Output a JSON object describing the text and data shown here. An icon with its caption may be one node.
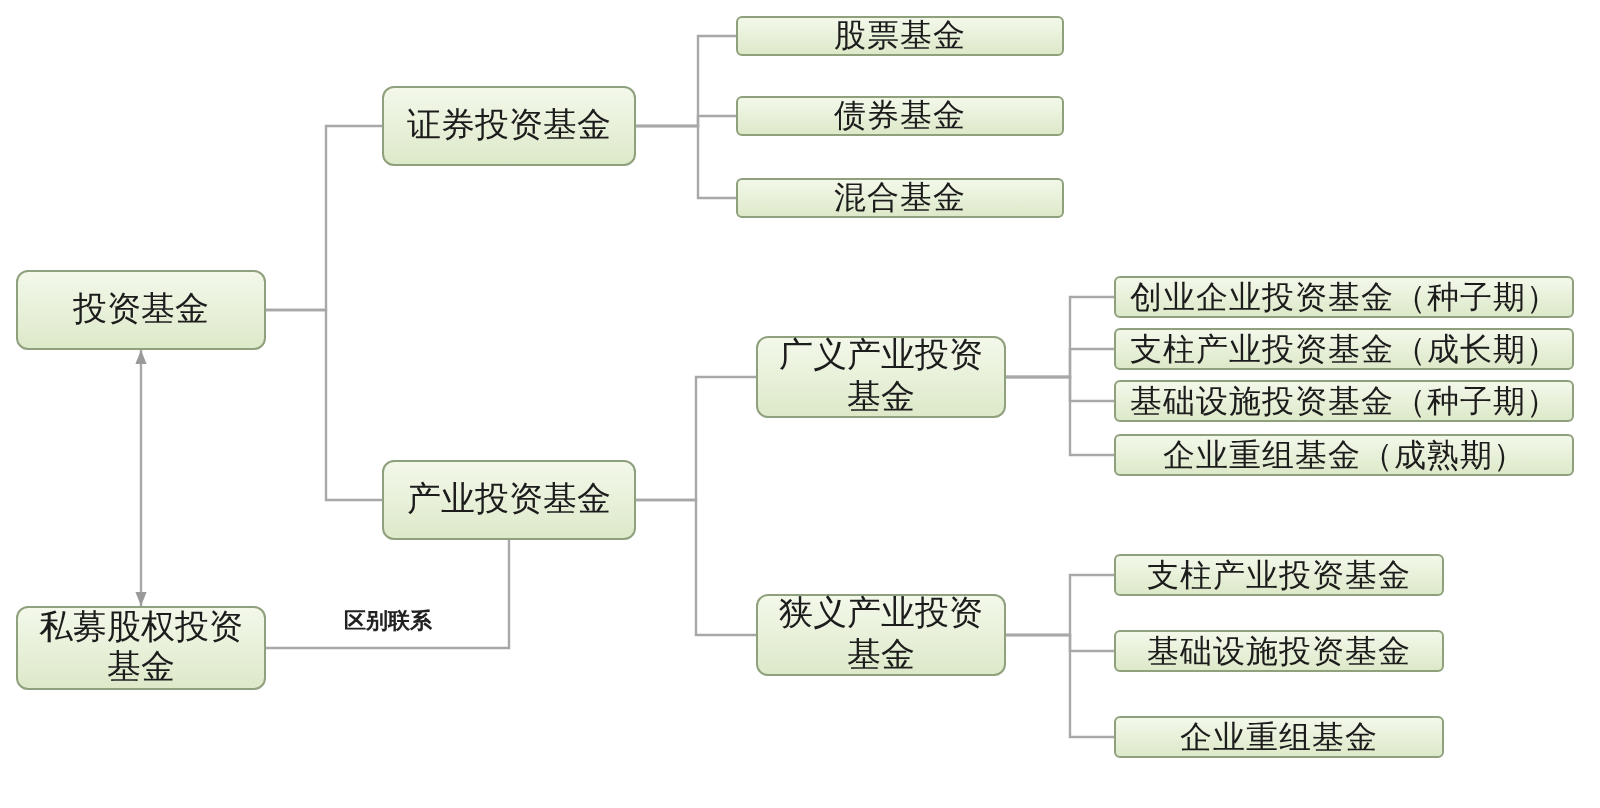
{
  "diagram": {
    "nodes": [
      {
        "text": [
          "投资基金"
        ]
      },
      {
        "text": [
          "证券投资基金"
        ]
      },
      {
        "text": [
          "产业投资基金"
        ]
      },
      {
        "text": [
          "股票基金"
        ]
      },
      {
        "text": [
          "债券基金"
        ]
      },
      {
        "text": [
          "混合基金"
        ]
      },
      {
        "text": [
          "广义产业投资基金"
        ]
      },
      {
        "text": [
          "狭义产业投资基金"
        ]
      },
      {
        "text": [
          "创业企业投资基金（种子期）"
        ]
      },
      {
        "text": [
          "支柱产业投资基金（成长期）"
        ]
      },
      {
        "text": [
          "基础设施投资基金（种子期）"
        ]
      },
      {
        "text": [
          "企业重组基金（成熟期）"
        ]
      },
      {
        "text": [
          "支柱产业投资基金"
        ]
      },
      {
        "text": [
          "基础设施投资基金"
        ]
      },
      {
        "text": [
          "企业重组基金"
        ]
      },
      {
        "text": [
          "私募股权投资基金"
        ]
      }
    ],
    "edges": [
      {
        "from": 0,
        "to": 1,
        "arrow": "none"
      },
      {
        "from": 0,
        "to": 2,
        "arrow": "none"
      },
      {
        "from": 1,
        "to": 3,
        "arrow": "none"
      },
      {
        "from": 1,
        "to": 4,
        "arrow": "none"
      },
      {
        "from": 1,
        "to": 5,
        "arrow": "none"
      },
      {
        "from": 2,
        "to": 6,
        "arrow": "none"
      },
      {
        "from": 2,
        "to": 7,
        "arrow": "none"
      },
      {
        "from": 6,
        "to": 8,
        "arrow": "none"
      },
      {
        "from": 6,
        "to": 9,
        "arrow": "none"
      },
      {
        "from": 6,
        "to": 10,
        "arrow": "none"
      },
      {
        "from": 6,
        "to": 11,
        "arrow": "none"
      },
      {
        "from": 7,
        "to": 12,
        "arrow": "none"
      },
      {
        "from": 7,
        "to": 13,
        "arrow": "none"
      },
      {
        "from": 7,
        "to": 14,
        "arrow": "none"
      },
      {
        "from": 15,
        "to": 0,
        "arrow": "both"
      },
      {
        "from": 15,
        "to": 2,
        "arrow": "none",
        "label": "区别联系"
      }
    ]
  }
}
